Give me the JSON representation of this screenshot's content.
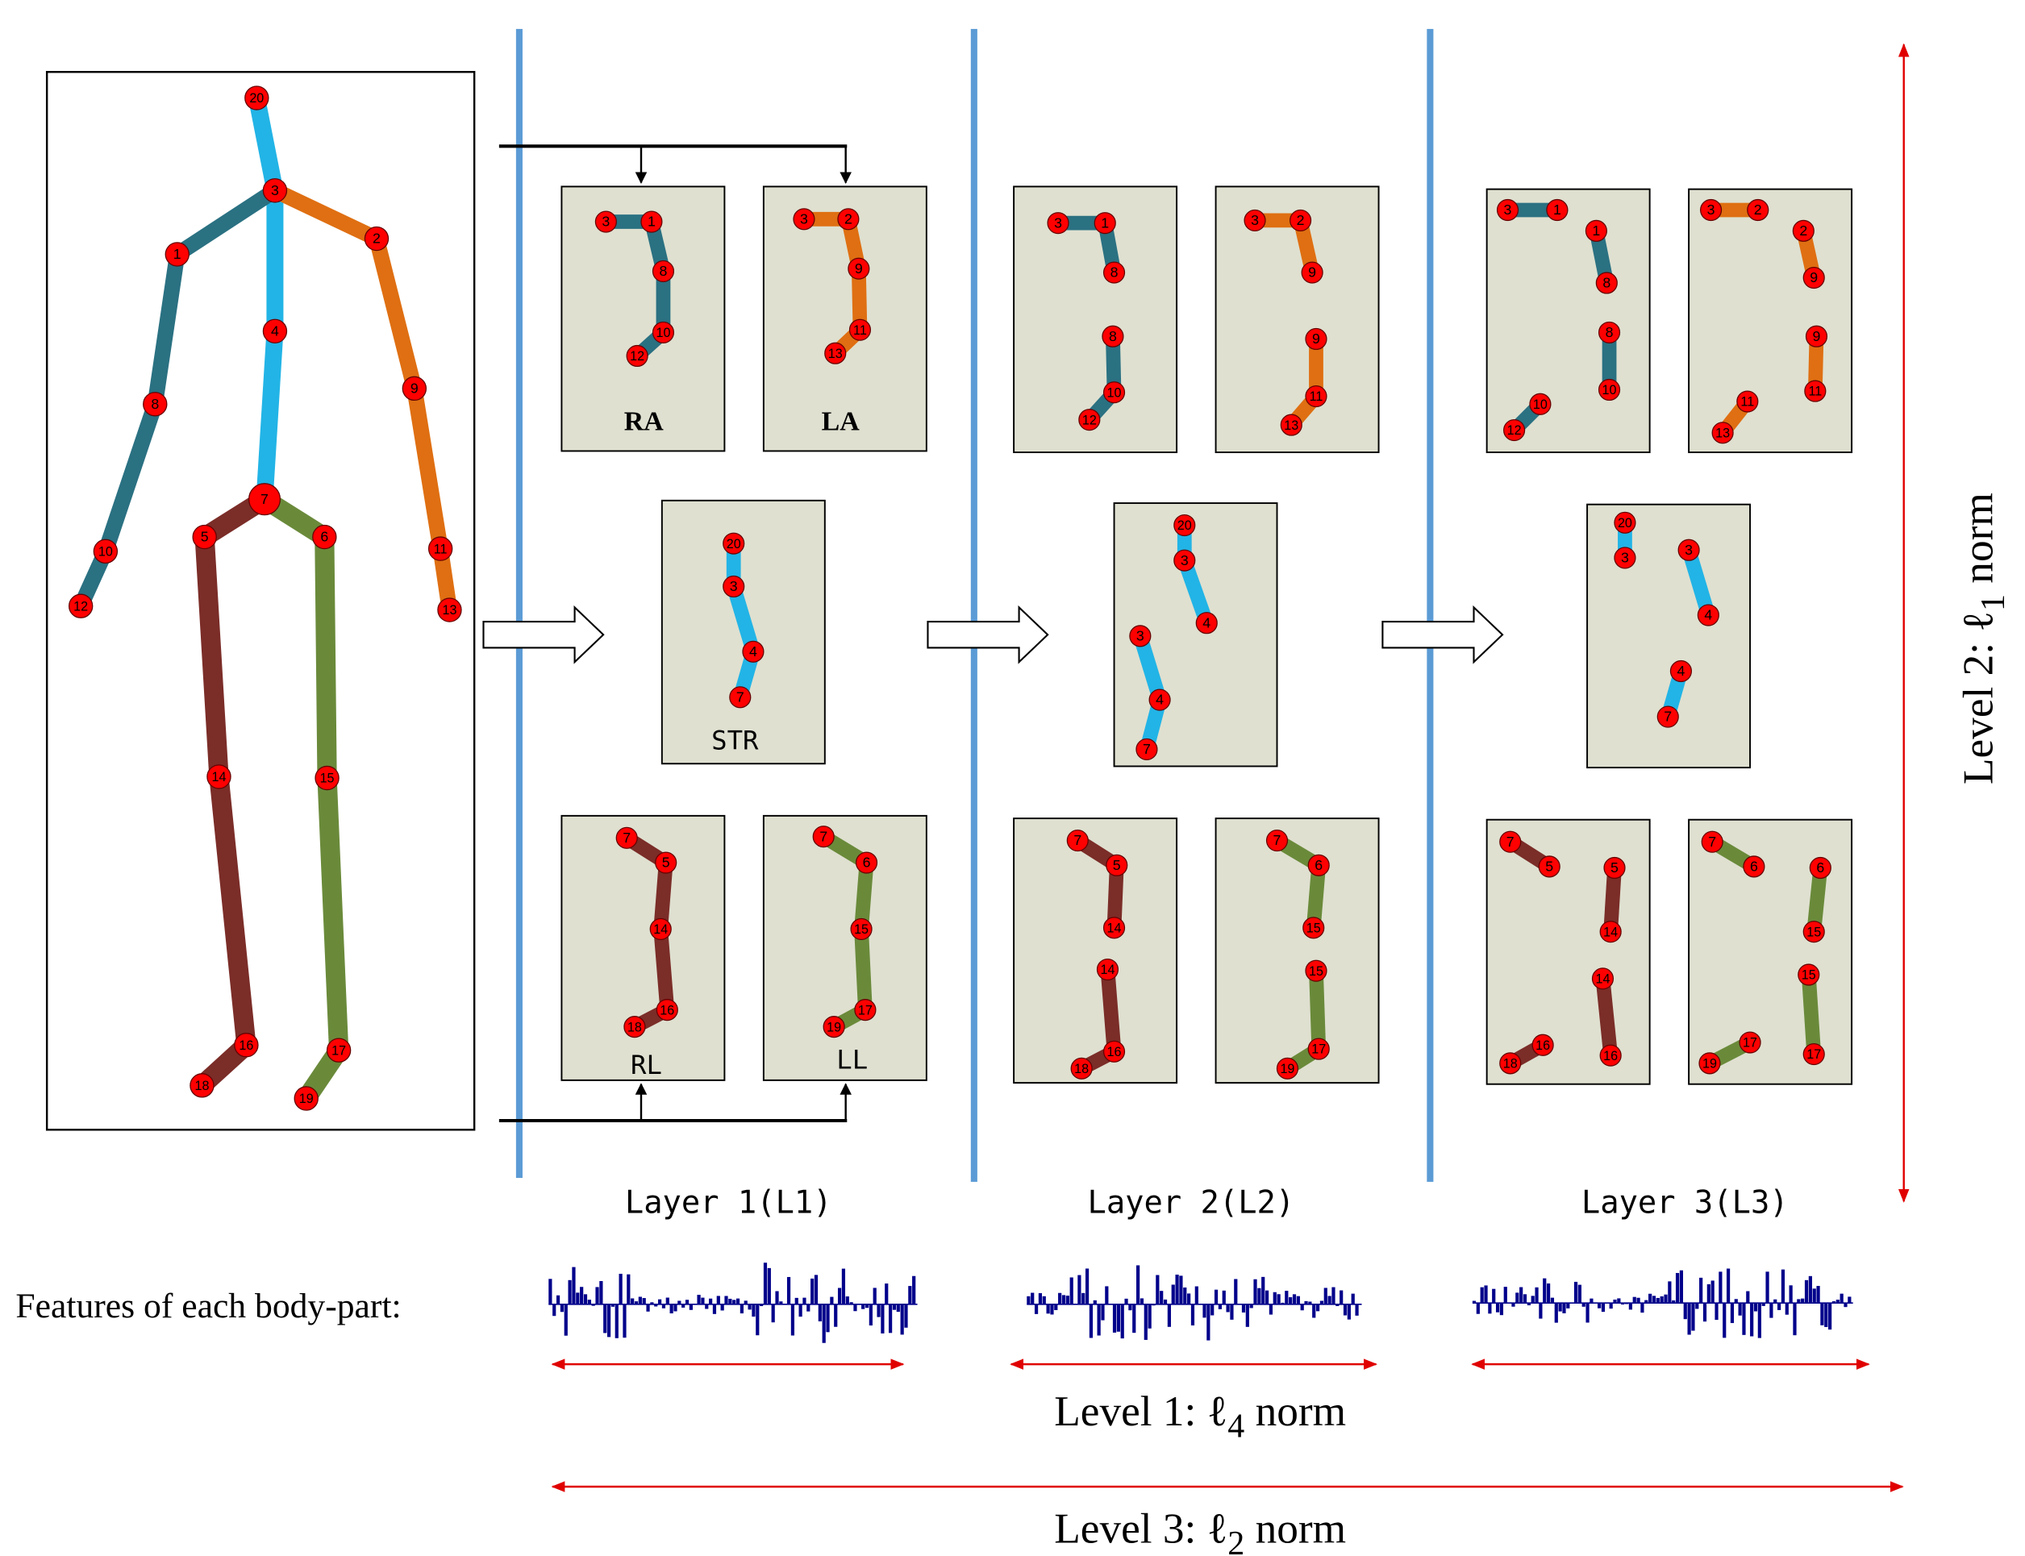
{
  "colors": {
    "right_arm": "#2a7182",
    "left_arm": "#df6f12",
    "spine": "#22b4e6",
    "right_leg": "#7b2d28",
    "left_leg": "#6a8a3a",
    "joint": "#ff0000",
    "panel_bg": "#dfe0d0",
    "layer_divider": "#5b9bd5",
    "norm_arrow": "#e00000",
    "feature_bars": "#00008b"
  },
  "panel_labels": {
    "ra": "RA",
    "la": "LA",
    "str": "STR",
    "rl": "RL",
    "ll": "LL"
  },
  "layers": [
    "Layer 1(L1)",
    "Layer 2(L2)",
    "Layer 3(L3)"
  ],
  "features_label": "Features of each body-part:",
  "norm_labels": {
    "level1": "Level 1: ℓ",
    "level1_sub": "4",
    "level1_tail": " norm",
    "level2": "Level 2: ℓ",
    "level2_sub": "1",
    "level2_tail": " norm",
    "level3": "Level 3: ℓ",
    "level3_sub": "2",
    "level3_tail": " norm"
  },
  "skeleton_joint_labels": [
    "20",
    "3",
    "1",
    "2",
    "4",
    "8",
    "9",
    "7",
    "5",
    "6",
    "10",
    "11",
    "12",
    "13",
    "14",
    "15",
    "16",
    "17",
    "18",
    "19"
  ]
}
